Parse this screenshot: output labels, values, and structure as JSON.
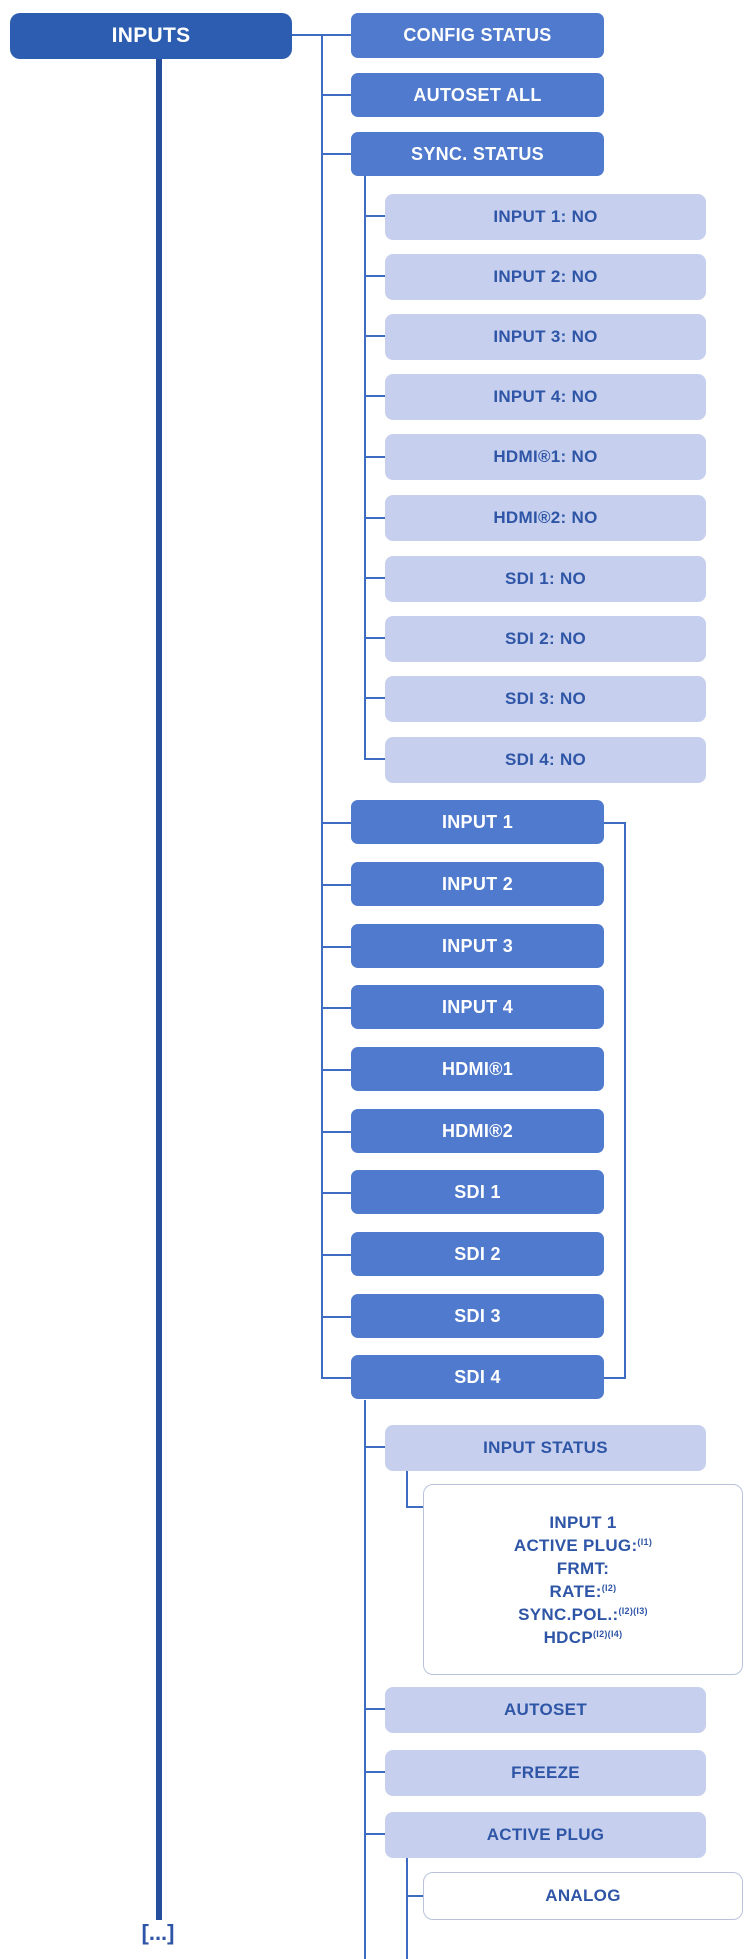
{
  "root": {
    "label": "INPUTS"
  },
  "level1": [
    {
      "label": "CONFIG STATUS"
    },
    {
      "label": "AUTOSET ALL"
    },
    {
      "label": "SYNC. STATUS"
    }
  ],
  "sync_status_items": [
    {
      "label": "INPUT 1: NO"
    },
    {
      "label": "INPUT 2: NO"
    },
    {
      "label": "INPUT 3: NO"
    },
    {
      "label": "INPUT 4: NO"
    },
    {
      "label": "HDMI®1: NO"
    },
    {
      "label": "HDMI®2: NO"
    },
    {
      "label": "SDI 1: NO"
    },
    {
      "label": "SDI 2: NO"
    },
    {
      "label": "SDI 3: NO"
    },
    {
      "label": "SDI 4: NO"
    }
  ],
  "inputs": [
    {
      "label": "INPUT 1"
    },
    {
      "label": "INPUT 2"
    },
    {
      "label": "INPUT 3"
    },
    {
      "label": "INPUT 4"
    },
    {
      "label": "HDMI®1"
    },
    {
      "label": "HDMI®2"
    },
    {
      "label": "SDI 1"
    },
    {
      "label": "SDI 2"
    },
    {
      "label": "SDI 3"
    },
    {
      "label": "SDI 4"
    }
  ],
  "input_submenu": {
    "input_status": "INPUT STATUS",
    "status_details": {
      "line1": "INPUT 1",
      "line2": "ACTIVE PLUG:",
      "line2_note": "(I1)",
      "line3": "FRMT:",
      "line4": "RATE:",
      "line4_note": "(I2)",
      "line5": "SYNC.POL.:",
      "line5_note": "(I2)(I3)",
      "line6": "HDCP",
      "line6_note": "(I2)(I4)"
    },
    "autoset": "AUTOSET",
    "freeze": "FREEZE",
    "active_plug": "ACTIVE PLUG",
    "analog": "ANALOG"
  },
  "continuation": "[...]",
  "colors": {
    "root": "#2d5db1",
    "main": "#4f7acd",
    "sub": "#c6d0ee",
    "text_dark": "#2e55a6",
    "line": "#3d6cc2"
  }
}
